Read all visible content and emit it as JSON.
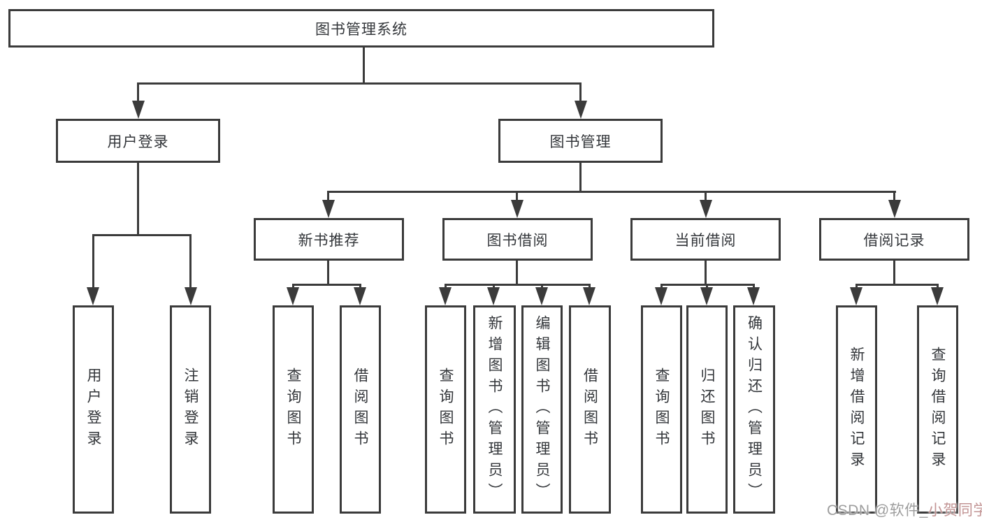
{
  "nodes": {
    "root": "图书管理系统",
    "user_login": "用户登录",
    "book_mgmt": "图书管理",
    "new_book_rec": "新书推荐",
    "book_borrow": "图书借阅",
    "current_borrow": "当前借阅",
    "borrow_records": "借阅记录",
    "leaf_user_login": "用户登录",
    "leaf_logout": "注销登录",
    "leaf_nb_query": "查询图书",
    "leaf_nb_borrow": "借阅图书",
    "leaf_bb_query": "查询图书",
    "leaf_bb_add": "新增图书（管理员）",
    "leaf_bb_edit": "编辑图书（管理员）",
    "leaf_bb_borrow": "借阅图书",
    "leaf_cb_query": "查询图书",
    "leaf_cb_return": "归还图书",
    "leaf_cb_confirm": "确认归还（管理员）",
    "leaf_br_add": "新增借阅记录",
    "leaf_br_query": "查询借阅记录"
  },
  "hierarchy": {
    "图书管理系统": [
      "用户登录",
      "图书管理"
    ],
    "用户登录": [
      "用户登录",
      "注销登录"
    ],
    "图书管理": [
      "新书推荐",
      "图书借阅",
      "当前借阅",
      "借阅记录"
    ],
    "新书推荐": [
      "查询图书",
      "借阅图书"
    ],
    "图书借阅": [
      "查询图书",
      "新增图书（管理员）",
      "编辑图书（管理员）",
      "借阅图书"
    ],
    "当前借阅": [
      "查询图书",
      "归还图书",
      "确认归还（管理员）"
    ],
    "借阅记录": [
      "新增借阅记录",
      "查询借阅记录"
    ]
  },
  "watermark": {
    "prefix": "CSDN @软件_",
    "name": "小贺同学"
  },
  "colors": {
    "line": "#3b3b3b",
    "text": "#33363a",
    "box_bg": "#ffffff",
    "watermark": "#9d9d9d"
  }
}
